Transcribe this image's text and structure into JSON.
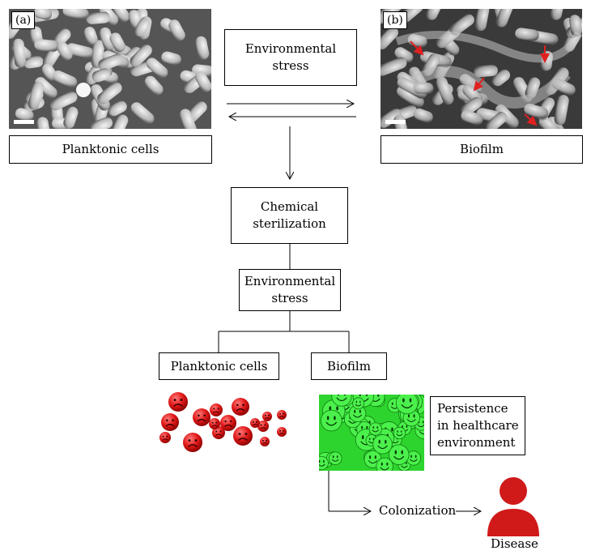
{
  "panels": {
    "a": {
      "label": "(a)",
      "caption": "Planktonic cells"
    },
    "b": {
      "label": "(b)",
      "caption": "Biofilm"
    }
  },
  "stress_top": {
    "line1": "Environmental",
    "line2": "stress"
  },
  "chemical": {
    "line1": "Chemical",
    "line2": "sterilization"
  },
  "stress_mid": {
    "line1": "Environmental",
    "line2": "stress"
  },
  "branch": {
    "planktonic": "Planktonic cells",
    "biofilm": "Biofilm"
  },
  "persistence": {
    "line1": "Persistence",
    "line2": "in healthcare",
    "line3": "environment"
  },
  "colonization": "Colonization",
  "disease": "Disease",
  "colors": {
    "sad_face": "#e01818",
    "smiley_bg": "#2ed42e",
    "person": "#d01a1a",
    "sem_arrow": "#e02020"
  }
}
